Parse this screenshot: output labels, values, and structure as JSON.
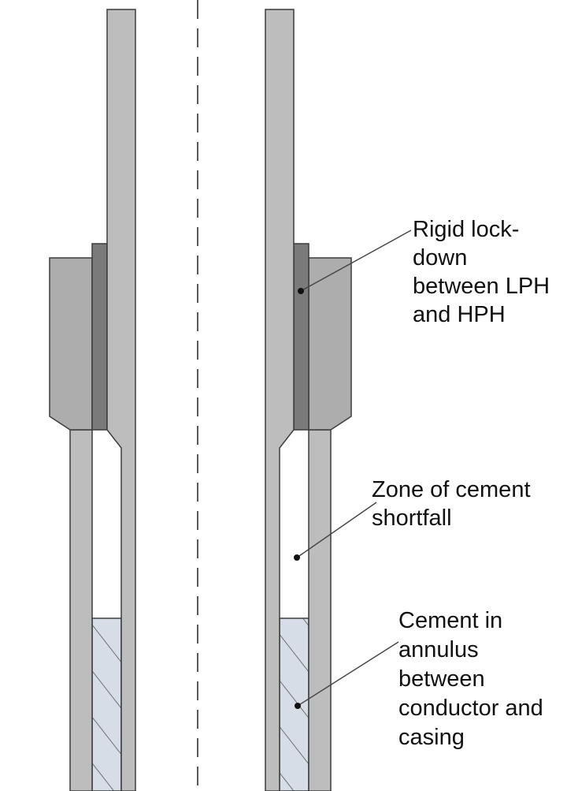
{
  "labels": {
    "lockdown": [
      "Rigid lock-",
      "down",
      "between LPH",
      "and HPH"
    ],
    "shortfall": [
      "Zone of cement",
      "shortfall"
    ],
    "cement": [
      "Cement in",
      "annulus",
      "between",
      "conductor and",
      "casing"
    ]
  },
  "colors": {
    "background": "#ffffff",
    "steel": "#bdbdbd",
    "housing": "#adadad",
    "lockdown_ring": "#7a7a7a",
    "cement": "#d7dde6",
    "outline": "#3c3c3c"
  }
}
